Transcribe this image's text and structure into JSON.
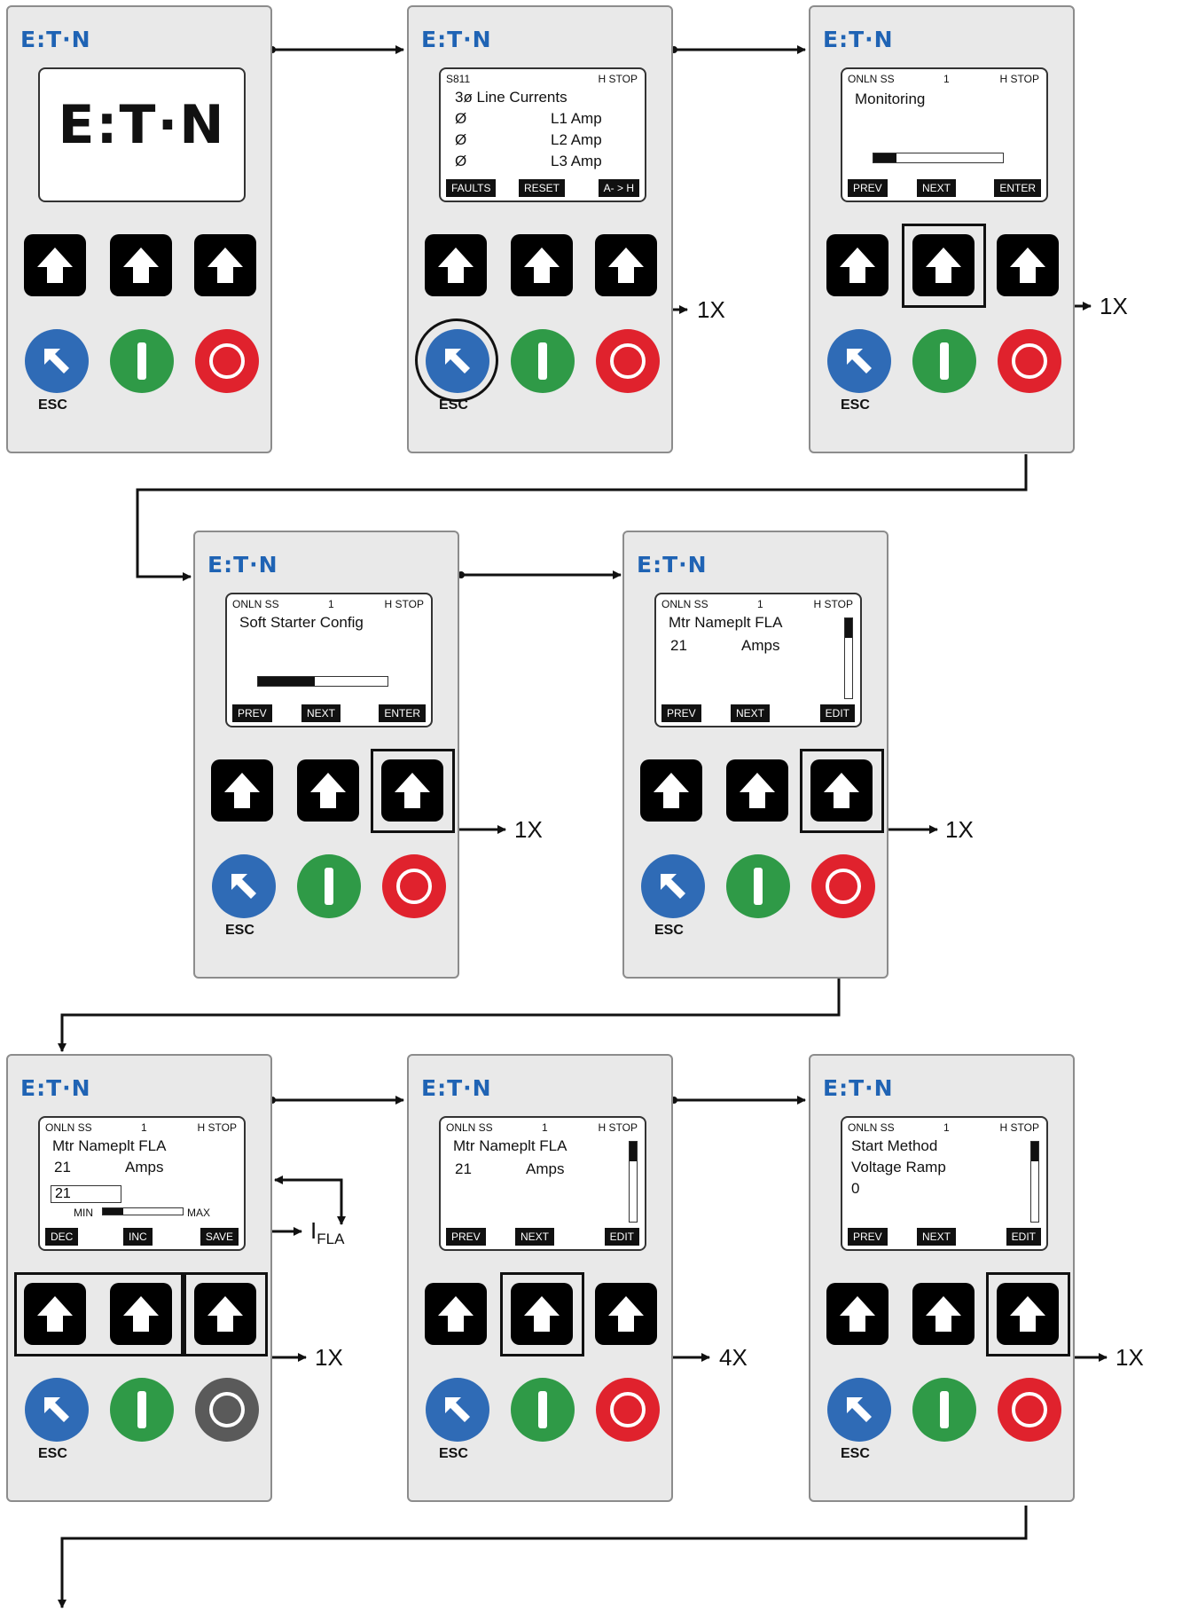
{
  "brand": "E:T·N",
  "lcd_logo": "E:T·N",
  "escape_label": "ESC",
  "panels": [
    {
      "screen": "logo"
    },
    {
      "screen": "menu",
      "header": [
        "S811",
        "",
        "H STOP"
      ],
      "lines": [
        "3ø Line Currents",
        "Ø",
        "L1 Amp",
        "Ø",
        "L2 Amp",
        "Ø",
        "L3 Amp"
      ],
      "softkeys": [
        "FAULTS",
        "RESET",
        "A- > H"
      ]
    },
    {
      "screen": "menu",
      "header": [
        "ONLN SS",
        "1",
        "H STOP"
      ],
      "lines": [
        "Monitoring"
      ],
      "progress": 0.18,
      "softkeys": [
        "PREV",
        "NEXT",
        "ENTER"
      ]
    },
    {
      "screen": "menu",
      "header": [
        "ONLN SS",
        "1",
        "H STOP"
      ],
      "lines": [
        "Soft Starter Config"
      ],
      "progress": 0.44,
      "softkeys": [
        "PREV",
        "NEXT",
        "ENTER"
      ]
    },
    {
      "screen": "menu",
      "header": [
        "ONLN SS",
        "1",
        "H STOP"
      ],
      "lines": [
        "Mtr Nameplt FLA",
        "21",
        "Amps"
      ],
      "scroll": true,
      "softkeys": [
        "PREV",
        "NEXT",
        "EDIT"
      ]
    },
    {
      "screen": "edit",
      "header": [
        "ONLN SS",
        "1",
        "H STOP"
      ],
      "lines": [
        "Mtr Nameplt FLA",
        "21",
        "Amps"
      ],
      "field": "21",
      "min": "MIN",
      "max": "MAX",
      "progress": 0.25,
      "softkeys": [
        "DEC",
        "INC",
        "SAVE"
      ]
    },
    {
      "screen": "menu",
      "header": [
        "ONLN SS",
        "1",
        "H STOP"
      ],
      "lines": [
        "Mtr Nameplt FLA",
        "21",
        "Amps"
      ],
      "scroll": true,
      "softkeys": [
        "PREV",
        "NEXT",
        "EDIT"
      ]
    },
    {
      "screen": "menu",
      "header": [
        "ONLN SS",
        "1",
        "H STOP"
      ],
      "lines": [
        "Start Method",
        "Voltage Ramp",
        "0"
      ],
      "scroll": true,
      "softkeys": [
        "PREV",
        "NEXT",
        "EDIT"
      ]
    }
  ],
  "annotations": {
    "press_1x": "1X",
    "press_4x": "4X",
    "ifla_main": "I",
    "ifla_sub": "FLA"
  },
  "colors": {
    "esc": "#2f6bb6",
    "run": "#2f9a47",
    "stop": "#e0222d",
    "brand": "#1f63b4"
  }
}
